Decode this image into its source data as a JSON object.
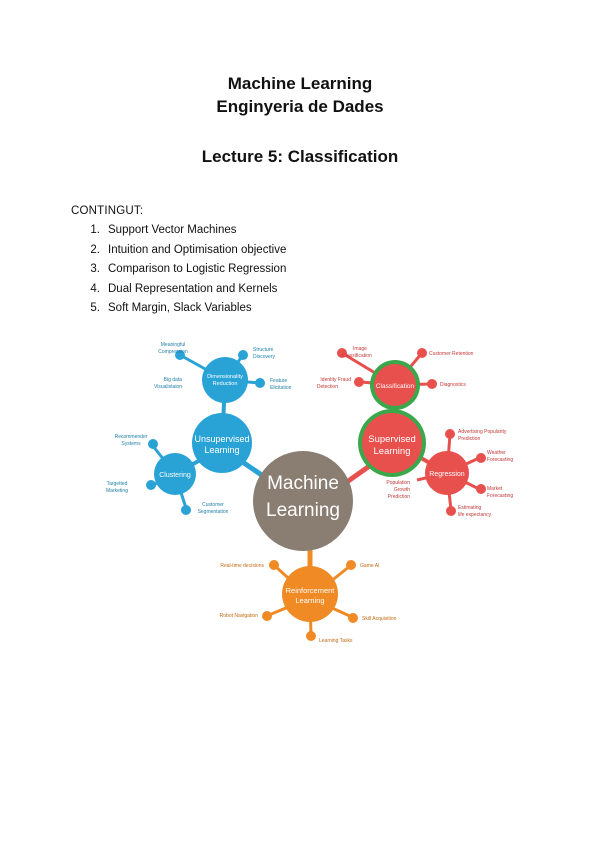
{
  "header": {
    "title_line1": "Machine Learning",
    "title_line2": "Enginyeria de Dades",
    "lecture": "Lecture 5: Classification"
  },
  "contents": {
    "heading": "CONTINGUT:",
    "items": [
      {
        "num": "1.",
        "text": "Support Vector Machines"
      },
      {
        "num": "2.",
        "text": "Intuition and Optimisation objective"
      },
      {
        "num": "3.",
        "text": "Comparison to Logistic Regression"
      },
      {
        "num": "4.",
        "text": "Dual Representation and Kernels"
      },
      {
        "num": "5.",
        "text": "Soft Margin, Slack Variables"
      }
    ]
  },
  "diagram": {
    "colors": {
      "center": "#8a7d72",
      "unsupervised": "#29a3d6",
      "supervised": "#e8504e",
      "supervised_ring": "#3aa84a",
      "reinforcement": "#ef8a25"
    },
    "center": {
      "line1": "Machine",
      "line2": "Learning"
    },
    "unsupervised": {
      "line1": "Unsupervised",
      "line2": "Learning",
      "dimred": {
        "line1": "Dimensionality",
        "line2": "Reduction"
      },
      "dimred_leaves": [
        {
          "line1": "Meaningful",
          "line2": "Compression"
        },
        {
          "line1": "Structure",
          "line2": "Discovery"
        },
        {
          "line1": "Big data",
          "line2": "Visualistaion"
        },
        {
          "line1": "Feature",
          "line2": "Elicitation"
        }
      ],
      "clustering": {
        "label": "Clustering"
      },
      "clustering_leaves": [
        {
          "line1": "Recommender",
          "line2": "Systems"
        },
        {
          "line1": "Targetted",
          "line2": "Marketing"
        },
        {
          "line1": "Customer",
          "line2": "Segmentation"
        }
      ]
    },
    "supervised": {
      "line1": "Supervised",
      "line2": "Learning",
      "classification": {
        "label": "Classification"
      },
      "classification_leaves": [
        {
          "line1": "Image",
          "line2": "Classification"
        },
        {
          "line1": "Customer Retention",
          "line2": ""
        },
        {
          "line1": "Identity Fraud",
          "line2": "Detection"
        },
        {
          "line1": "Diagnostics",
          "line2": ""
        }
      ],
      "regression": {
        "label": "Regression"
      },
      "regression_leaves": [
        {
          "line1": "Advertising Popularity",
          "line2": "Prediction"
        },
        {
          "line1": "Weather",
          "line2": "Forecasting"
        },
        {
          "line1": "Market",
          "line2": "Forecasting"
        },
        {
          "line1": "Estimating",
          "line2": "life expectancy"
        },
        {
          "line1": "Population",
          "line2": "Growth",
          "line3": "Prediction"
        }
      ]
    },
    "reinforcement": {
      "line1": "Reinforcement",
      "line2": "Learning",
      "leaves": [
        {
          "label": "Real-time decisions"
        },
        {
          "label": "Game AI"
        },
        {
          "label": "Robot Navigation"
        },
        {
          "label": "Skill Acquisition"
        },
        {
          "label": "Learning Tasks"
        }
      ]
    }
  }
}
